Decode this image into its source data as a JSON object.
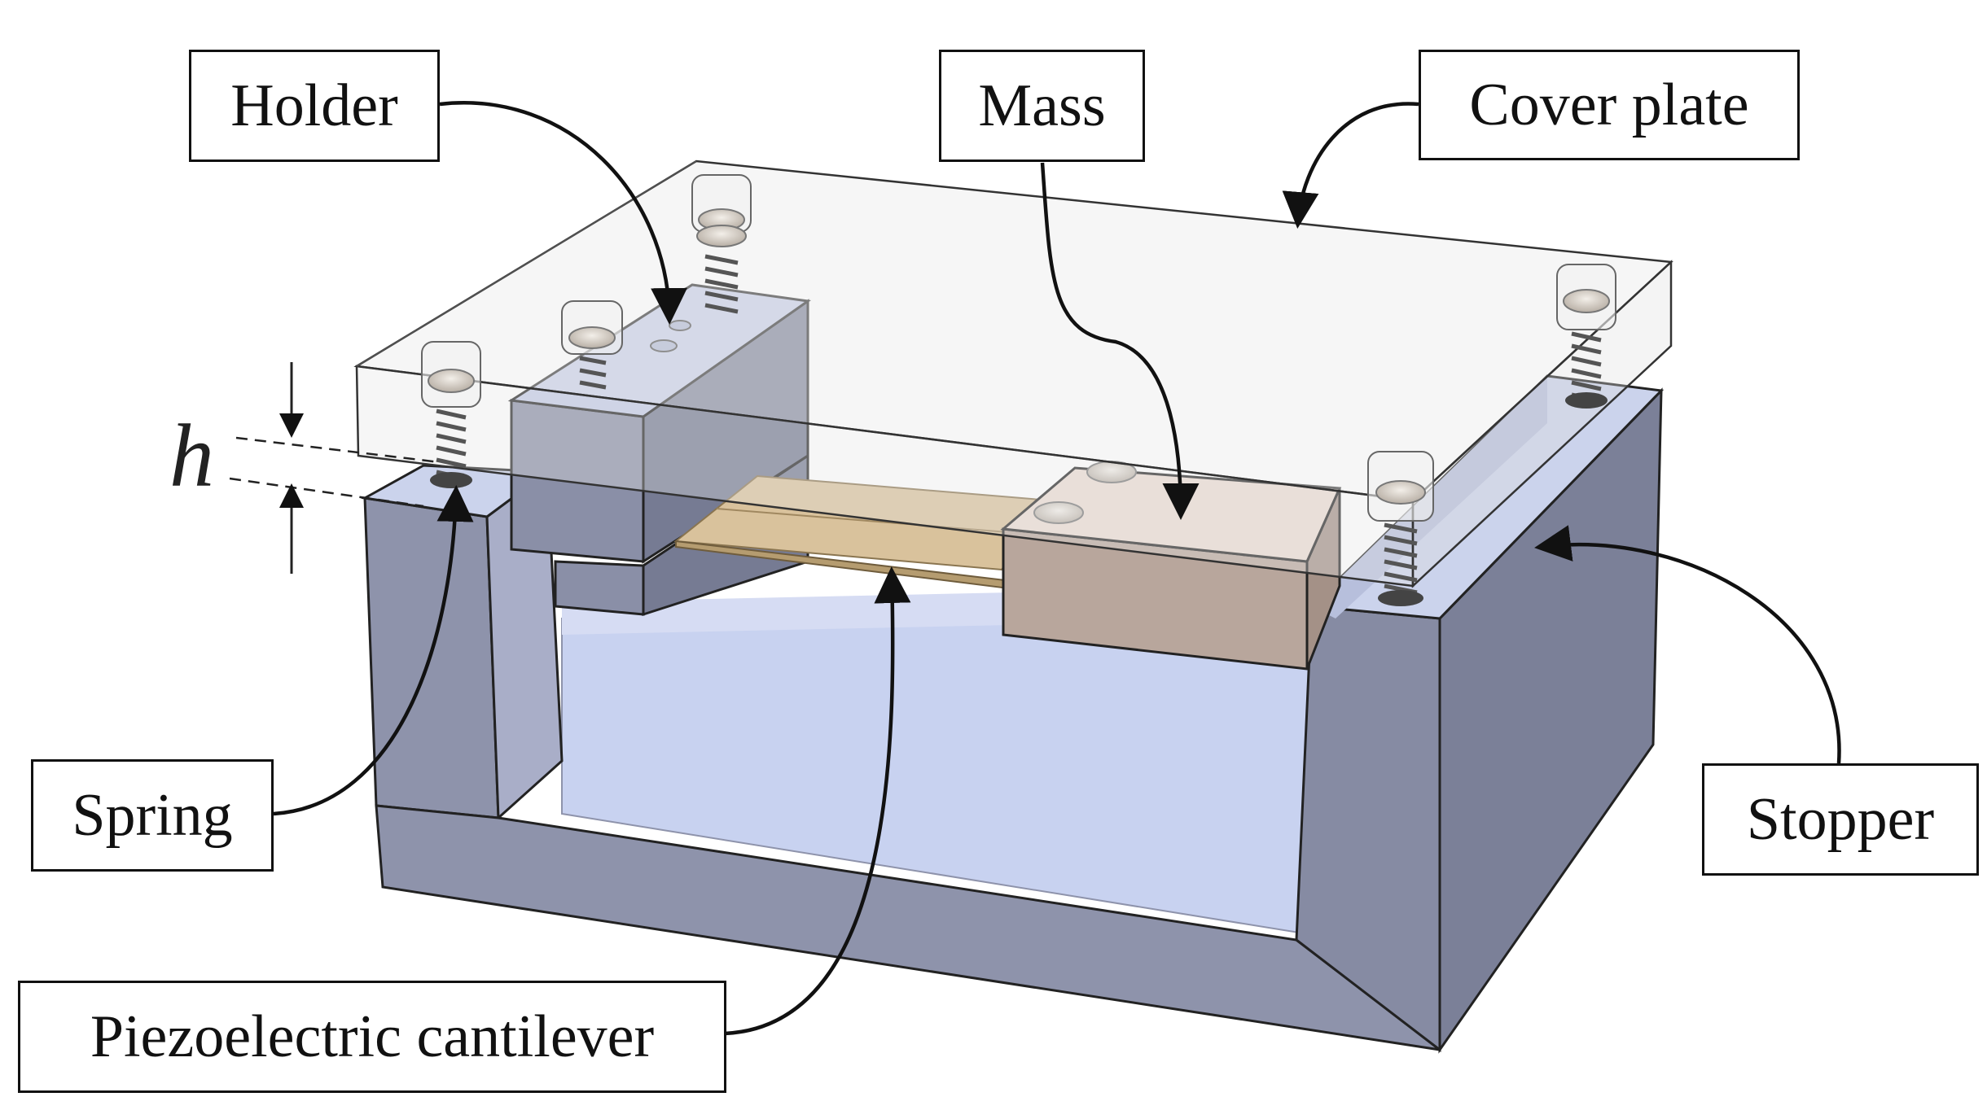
{
  "labels": {
    "holder": "Holder",
    "mass": "Mass",
    "cover_plate": "Cover plate",
    "spring": "Spring",
    "stopper": "Stopper",
    "piezoelectric_cantilever": "Piezoelectric cantilever"
  },
  "dimension": {
    "gap_symbol": "h"
  },
  "colors": {
    "stopper_top": "#cbd3ec",
    "stopper_front": "#8e93ab",
    "stopper_side": "#7b8098",
    "stopper_inner_floor": "#c8d2f0",
    "holder_front": "#8a8fa7",
    "holder_top": "#c3cbe6",
    "mass_front": "#b8a69c",
    "mass_top": "#ecdcd3",
    "cantilever": "#d9c29c",
    "cover_plate_fill": "#ececec",
    "outline": "#222222"
  }
}
